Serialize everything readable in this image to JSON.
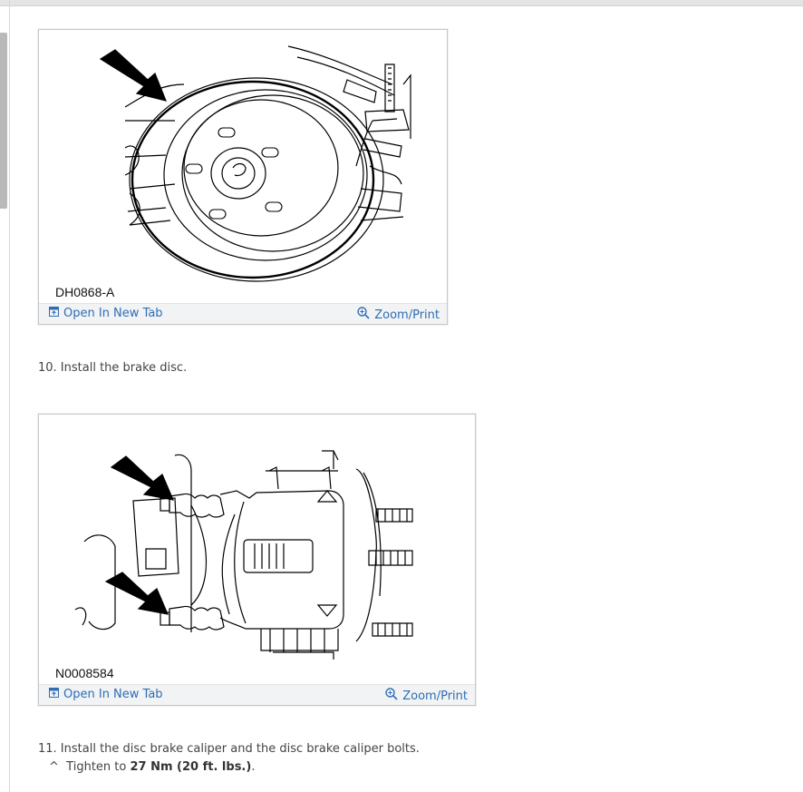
{
  "figures": [
    {
      "id_label": "DH0868-A",
      "open_label": "Open In New Tab",
      "zoom_label": "Zoom/Print"
    },
    {
      "id_label": "N0008584",
      "open_label": "Open In New Tab",
      "zoom_label": "Zoom/Print"
    }
  ],
  "steps": {
    "step10": "10. Install the brake disc.",
    "step11": "11. Install the disc brake caliper and the disc brake caliper bolts.",
    "tighten": {
      "bullet": "^",
      "prefix": "Tighten to ",
      "torque": "27 Nm (20 ft. lbs.)",
      "suffix": "."
    }
  },
  "icons": {
    "open": "open-new-tab-icon",
    "zoom": "zoom-magnifier-icon",
    "pointer": "arrow-pointer-icon"
  },
  "colors": {
    "link": "#2f6db5",
    "text": "#444444",
    "bar": "#f1f3f4",
    "border": "#c8c8c8"
  }
}
